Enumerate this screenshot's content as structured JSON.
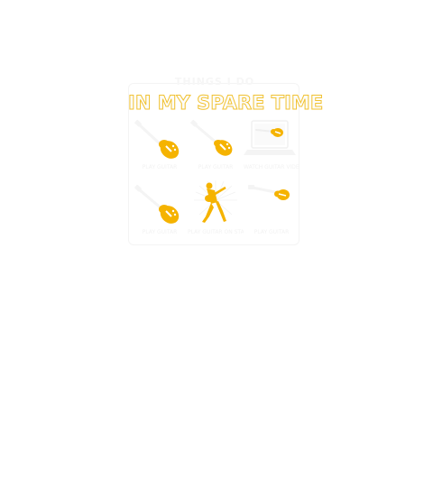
{
  "design": {
    "title_top": "THINGS I DO",
    "title_main": "IN MY SPARE TIME",
    "accent_color": "#f5b301",
    "text_color": "#f4f4f4"
  },
  "cells": [
    {
      "icon": "electric-guitar-icon",
      "caption": "PLAY GUITAR"
    },
    {
      "icon": "electric-guitar-icon",
      "caption": "PLAY GUITAR"
    },
    {
      "icon": "laptop-guitar-icon",
      "caption": "WATCH GUITAR VIDEOS"
    },
    {
      "icon": "electric-guitar-icon",
      "caption": "PLAY GUITAR"
    },
    {
      "icon": "guitarist-silhouette-icon",
      "caption": "PLAY GUITAR ON STAGE"
    },
    {
      "icon": "electric-guitar-icon",
      "caption": "PLAY GUITAR"
    }
  ]
}
